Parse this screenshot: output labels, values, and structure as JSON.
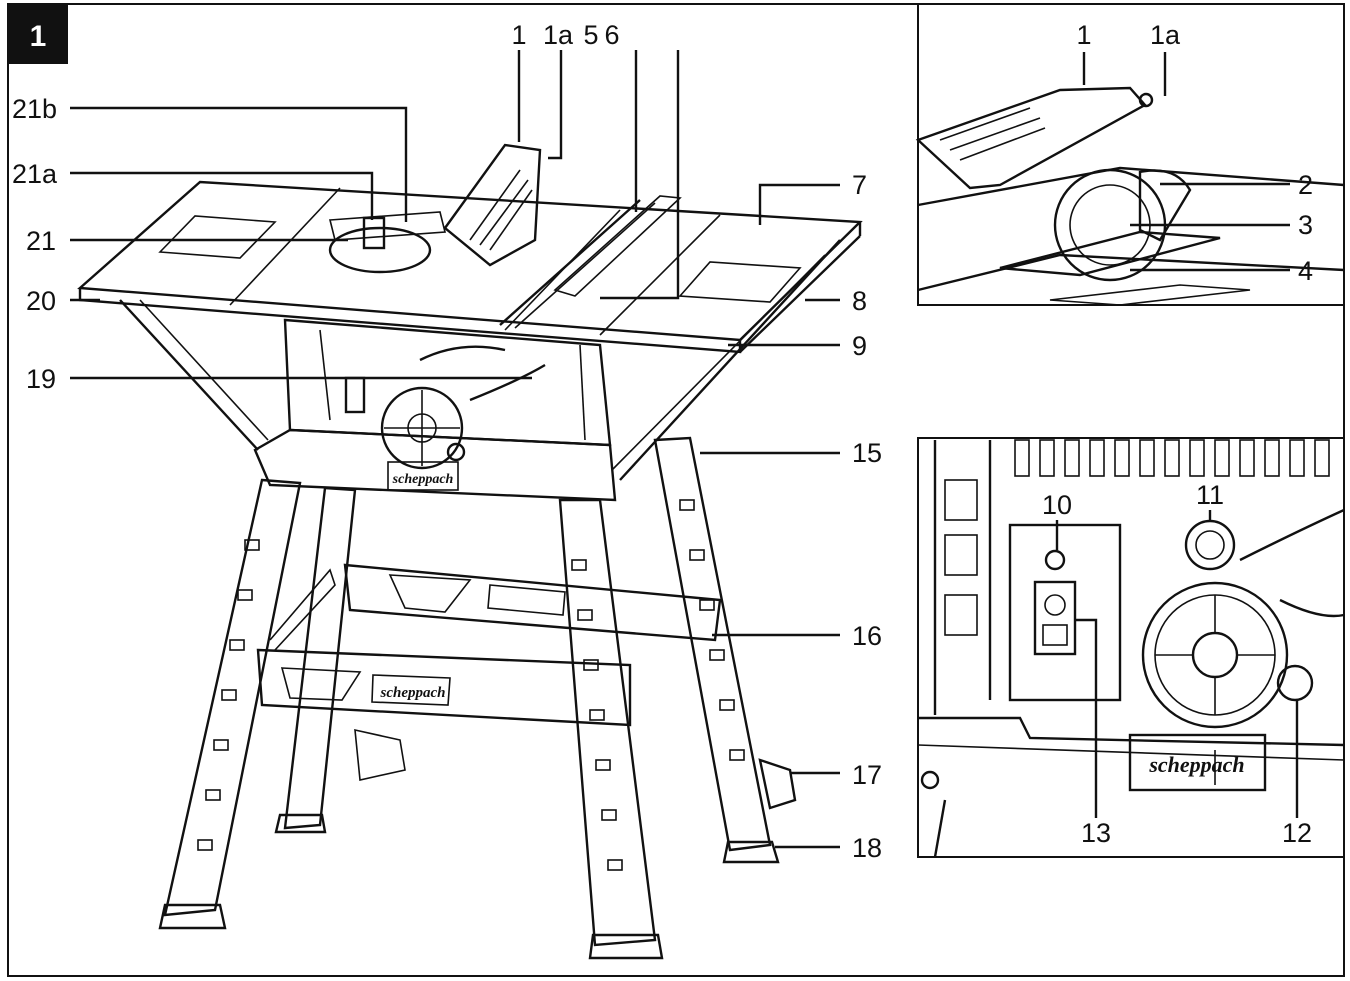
{
  "figure": {
    "number": "1"
  },
  "brand": {
    "logo_text": "scheppach"
  },
  "main_view": {
    "callouts": [
      "1",
      "1a",
      "5",
      "6",
      "21b",
      "21a",
      "21",
      "20",
      "19",
      "7",
      "8",
      "9",
      "15",
      "16",
      "17",
      "18"
    ]
  },
  "top_inset": {
    "callouts": [
      "1",
      "1a",
      "2",
      "3",
      "4"
    ]
  },
  "bottom_inset": {
    "callouts": [
      "10",
      "11",
      "13",
      "12"
    ]
  },
  "colors": {
    "line": "#111111",
    "badge": "#111111",
    "badge_text": "#ffffff",
    "background": "#ffffff"
  }
}
